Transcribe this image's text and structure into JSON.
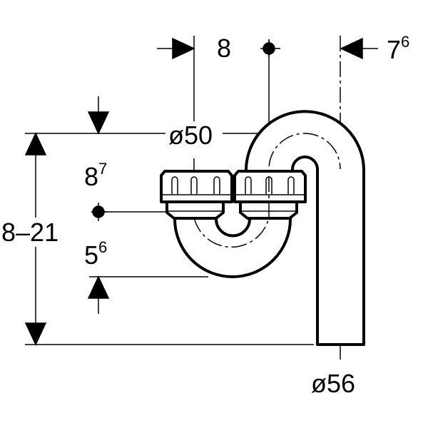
{
  "title": "Siphon dimension drawing",
  "dimensions": {
    "offset_top": "8",
    "right_offset_main": "7",
    "right_offset_sup": "6",
    "pipe_diameter_inlet": "ø50",
    "height_inlet_main": "8",
    "height_inlet_sup": "7",
    "height_range": "8–21",
    "bottom_offset_main": "5",
    "bottom_offset_sup": "6",
    "pipe_diameter_outlet": "ø56"
  },
  "colors": {
    "line": "#000000",
    "background": "#ffffff"
  }
}
